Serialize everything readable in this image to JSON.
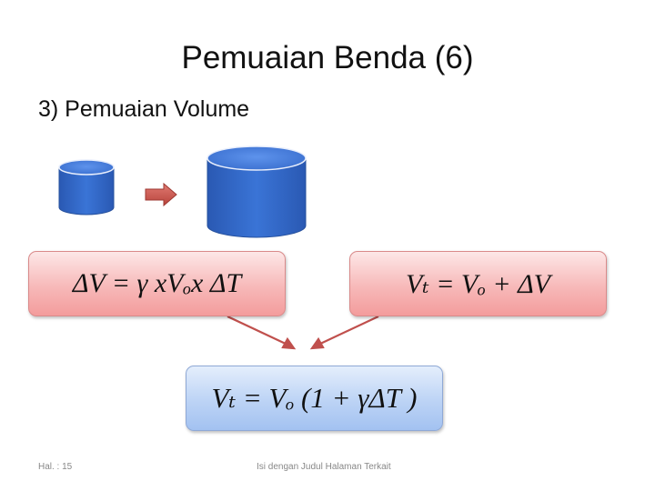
{
  "slide": {
    "title": "Pemuaian Benda (6)",
    "subtitle": "3) Pemuaian Volume"
  },
  "formulas": {
    "delta_v": "ΔV = γ xVₒx ΔT",
    "v_t_sum": "Vₜ = Vₒ + ΔV",
    "v_t_final": "Vₜ = Vₒ (1 + γΔT )"
  },
  "footer": {
    "page": "Hal. : 15",
    "center": "Isi dengan Judul Halaman Terkait"
  },
  "colors": {
    "cylinder_blue": "#2f64c4",
    "arrow_red": "#c0504d",
    "box_red": "#f7b9b9",
    "box_blue": "#bcd3f5"
  }
}
